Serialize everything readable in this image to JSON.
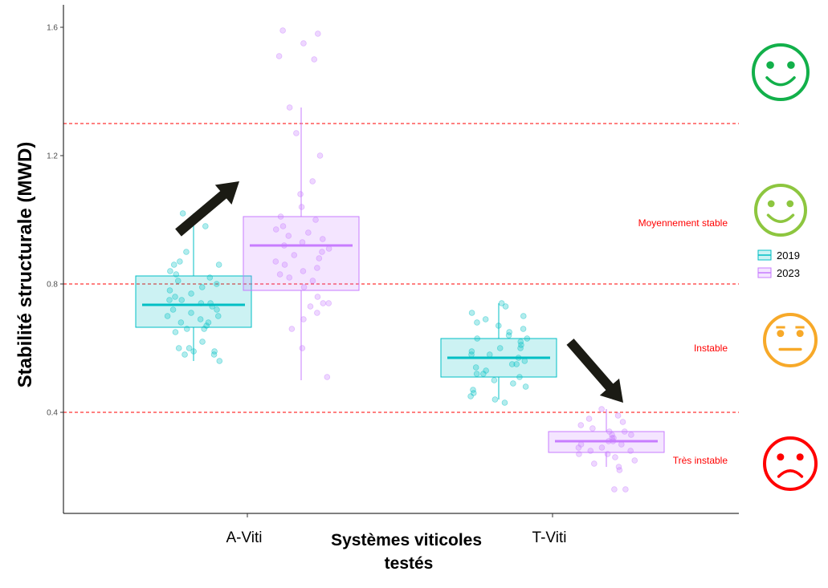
{
  "chart_data": {
    "type": "box",
    "xlabel": "Systèmes viticoles testés",
    "ylabel": "Stabilité structurale (MWD)",
    "ylim": [
      0.09,
      1.65
    ],
    "yticks": [
      0.4,
      0.8,
      1.2,
      1.6
    ],
    "ytick_labels": [
      "0.4",
      "0.8",
      "1.2",
      "1.6"
    ],
    "categories": [
      "A-Viti",
      "T-Viti"
    ],
    "grid": false,
    "legend_position": "right",
    "thresholds": [
      {
        "value": 0.4,
        "color": "#ff0000"
      },
      {
        "value": 0.8,
        "color": "#ff0000"
      },
      {
        "value": 1.3,
        "color": "#ff0000"
      }
    ],
    "zones": [
      {
        "label": "Moyennement stable",
        "value": 0.99
      },
      {
        "label": "Instable",
        "value": 0.6
      },
      {
        "label": "Très instable",
        "value": 0.25
      }
    ],
    "moods": [
      {
        "icon": "very-happy-face-icon",
        "value": 1.46,
        "color": "#12b04a"
      },
      {
        "icon": "happy-face-icon",
        "value": 1.03,
        "color": "#8dc63f"
      },
      {
        "icon": "neutral-face-icon",
        "value": 0.625,
        "color": "#f7a929"
      },
      {
        "icon": "sad-face-icon",
        "value": 0.24,
        "color": "#ff0000"
      }
    ],
    "trend_arrows": [
      {
        "category": "A-Viti",
        "direction": "up",
        "from": 0.96,
        "to": 1.12
      },
      {
        "category": "T-Viti",
        "direction": "down",
        "from": 0.62,
        "to": 0.43
      }
    ],
    "series": [
      {
        "name": "2019",
        "color": "#00bfc4",
        "boxes": [
          {
            "category": "A-Viti",
            "q1": 0.665,
            "median": 0.735,
            "q3": 0.825,
            "whisker_low": 0.56,
            "whisker_high": 1.02,
            "points": [
              1.02,
              0.98,
              0.9,
              0.87,
              0.86,
              0.86,
              0.84,
              0.83,
              0.82,
              0.81,
              0.8,
              0.79,
              0.78,
              0.77,
              0.76,
              0.75,
              0.75,
              0.74,
              0.74,
              0.73,
              0.72,
              0.72,
              0.71,
              0.7,
              0.7,
              0.69,
              0.68,
              0.68,
              0.67,
              0.66,
              0.66,
              0.65,
              0.62,
              0.6,
              0.6,
              0.59,
              0.59,
              0.58,
              0.58,
              0.56
            ]
          },
          {
            "category": "T-Viti",
            "q1": 0.51,
            "median": 0.57,
            "q3": 0.63,
            "whisker_low": 0.44,
            "whisker_high": 0.74,
            "points": [
              0.74,
              0.73,
              0.71,
              0.7,
              0.69,
              0.68,
              0.67,
              0.66,
              0.65,
              0.64,
              0.63,
              0.63,
              0.62,
              0.61,
              0.6,
              0.6,
              0.59,
              0.58,
              0.58,
              0.57,
              0.56,
              0.55,
              0.55,
              0.54,
              0.53,
              0.52,
              0.52,
              0.51,
              0.5,
              0.49,
              0.48,
              0.47,
              0.46,
              0.45,
              0.44,
              0.43
            ]
          }
        ]
      },
      {
        "name": "2023",
        "color": "#c77cff",
        "boxes": [
          {
            "category": "A-Viti",
            "q1": 0.78,
            "median": 0.92,
            "q3": 1.01,
            "whisker_low": 0.5,
            "whisker_high": 1.35,
            "points": [
              1.59,
              1.58,
              1.55,
              1.51,
              1.5,
              1.35,
              1.27,
              1.2,
              1.12,
              1.08,
              1.04,
              1.01,
              1.0,
              0.98,
              0.97,
              0.96,
              0.95,
              0.94,
              0.93,
              0.92,
              0.91,
              0.9,
              0.89,
              0.88,
              0.87,
              0.86,
              0.85,
              0.84,
              0.83,
              0.82,
              0.81,
              0.79,
              0.76,
              0.74,
              0.74,
              0.73,
              0.71,
              0.69,
              0.66,
              0.6,
              0.51
            ]
          },
          {
            "category": "T-Viti",
            "q1": 0.275,
            "median": 0.31,
            "q3": 0.34,
            "whisker_low": 0.23,
            "whisker_high": 0.41,
            "points": [
              0.41,
              0.39,
              0.38,
              0.37,
              0.36,
              0.35,
              0.34,
              0.34,
              0.33,
              0.33,
              0.32,
              0.32,
              0.31,
              0.31,
              0.3,
              0.3,
              0.29,
              0.29,
              0.28,
              0.28,
              0.27,
              0.27,
              0.26,
              0.25,
              0.24,
              0.23,
              0.22,
              0.16,
              0.16
            ]
          }
        ]
      }
    ]
  }
}
